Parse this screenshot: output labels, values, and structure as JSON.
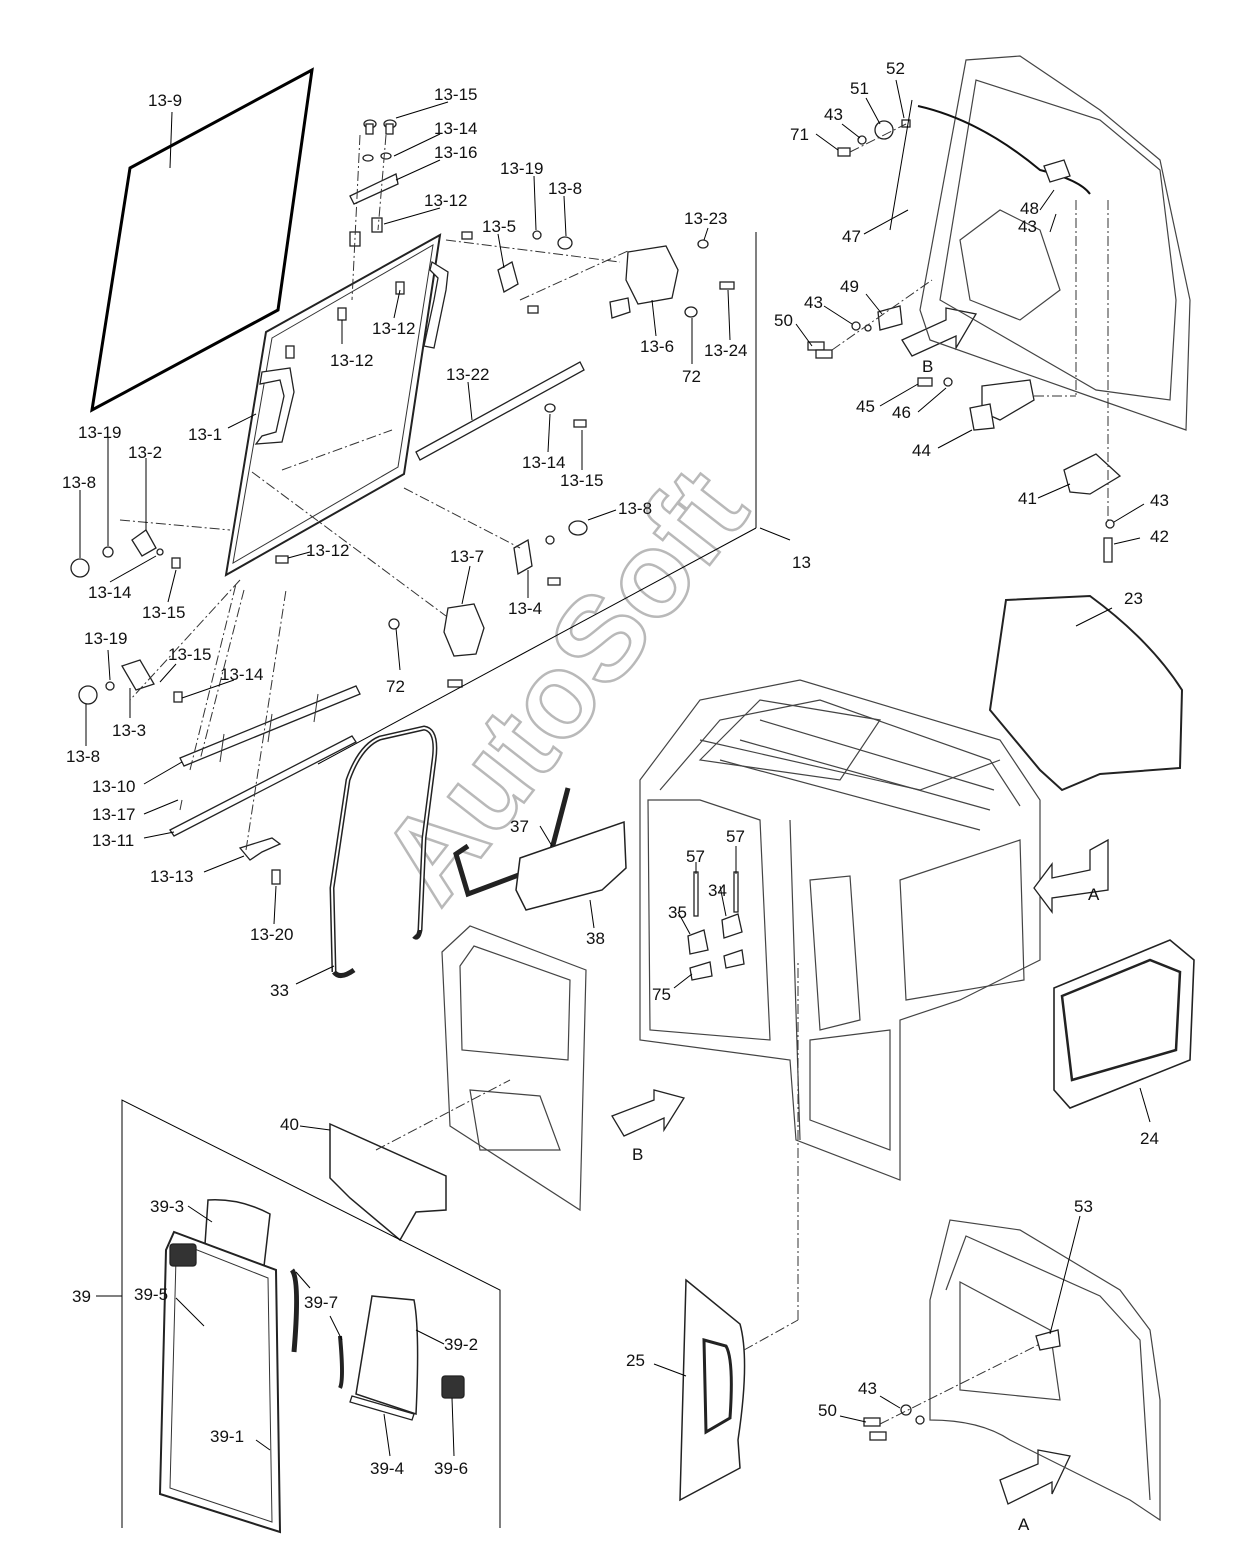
{
  "watermark": "AutoSoft",
  "labels": {
    "13-9": "13-9",
    "13-15a": "13-15",
    "13-14a": "13-14",
    "13-16": "13-16",
    "13-12a": "13-12",
    "13-19a": "13-19",
    "13-8a": "13-8",
    "13-5": "13-5",
    "13-23": "13-23",
    "13-12b": "13-12",
    "13-12c": "13-12",
    "13-6": "13-6",
    "13-24": "13-24",
    "72a": "72",
    "13-22": "13-22",
    "13-1": "13-1",
    "13-14b": "13-14",
    "13-15b": "13-15",
    "13-19b": "13-19",
    "13-2": "13-2",
    "13-8b": "13-8",
    "13-14c": "13-14",
    "13-15c": "13-15",
    "13-12d": "13-12",
    "13-8c": "13-8",
    "13-7": "13-7",
    "13-4": "13-4",
    "13": "13",
    "13-19c": "13-19",
    "13-15d": "13-15",
    "13-14d": "13-14",
    "72b": "72",
    "13-3": "13-3",
    "13-8d": "13-8",
    "13-10": "13-10",
    "13-17": "13-17",
    "13-11": "13-11",
    "13-13": "13-13",
    "13-20": "13-20",
    "33": "33",
    "37": "37",
    "38": "38",
    "57a": "57",
    "57b": "57",
    "34": "34",
    "35": "35",
    "75": "75",
    "40": "40",
    "B_front": "B",
    "39-3": "39-3",
    "39-5": "39-5",
    "39": "39",
    "39-7": "39-7",
    "39-2": "39-2",
    "39-1": "39-1",
    "39-4": "39-4",
    "39-6": "39-6",
    "25": "25",
    "A_side": "A",
    "23": "23",
    "24": "24",
    "52": "52",
    "51": "51",
    "43a": "43",
    "71": "71",
    "47": "47",
    "48": "48",
    "43b": "43",
    "49": "49",
    "43c": "43",
    "50a": "50",
    "B_rear": "B",
    "45": "45",
    "46": "46",
    "44": "44",
    "41": "41",
    "43d": "43",
    "42": "42",
    "53": "53",
    "43e": "43",
    "50b": "50",
    "A_rear": "A"
  }
}
